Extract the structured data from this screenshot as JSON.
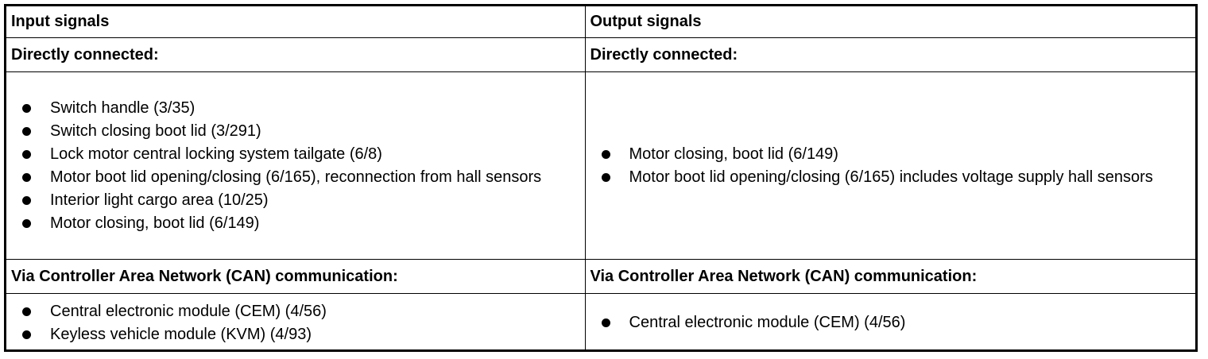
{
  "table": {
    "input_header": "Input signals",
    "output_header": "Output signals",
    "direct": {
      "input_label": "Directly connected:",
      "output_label": "Directly connected:",
      "inputs": [
        "Switch handle (3/35)",
        "Switch closing boot lid (3/291)",
        "Lock motor central locking system tailgate (6/8)",
        "Motor boot lid opening/closing (6/165), reconnection from hall sensors",
        "Interior light cargo area (10/25)",
        "Motor closing, boot lid (6/149)"
      ],
      "outputs": [
        "Motor closing, boot lid (6/149)",
        "Motor boot lid opening/closing (6/165) includes voltage supply hall sensors"
      ]
    },
    "can": {
      "input_label": "Via Controller Area Network (CAN) communication:",
      "output_label": "Via Controller Area Network (CAN) communication:",
      "inputs": [
        "Central electronic module (CEM) (4/56)",
        "Keyless vehicle module (KVM) (4/93)"
      ],
      "outputs": [
        "Central electronic module (CEM) (4/56)"
      ]
    }
  }
}
